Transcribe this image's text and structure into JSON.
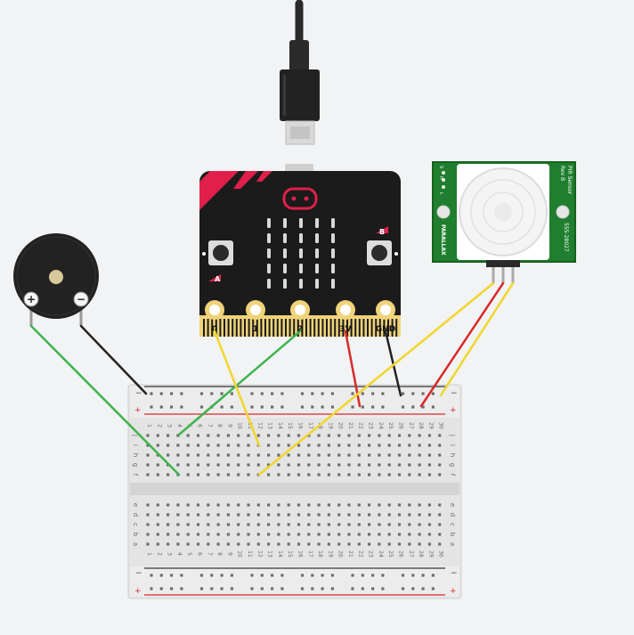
{
  "canvas": {
    "background": "#f1f3f5"
  },
  "colors": {
    "wire_green": "#3fb34f",
    "wire_yellow": "#f1d62c",
    "wire_red": "#d62a2a",
    "wire_black": "#222222",
    "board": "#1b1b1b",
    "board_accent": "#e0204a",
    "pad_gold": "#f0d37a",
    "pcb_green": "#1f7f2e",
    "lens": "#f2f2f2",
    "breadboard": "#e4e4e4",
    "rail_red": "#d62a2a",
    "rail_black": "#333333"
  },
  "microbit": {
    "pins": [
      {
        "id": "pin0",
        "label": "0"
      },
      {
        "id": "pin1",
        "label": "1"
      },
      {
        "id": "pin2",
        "label": "2"
      },
      {
        "id": "pin3v",
        "label": "3V"
      },
      {
        "id": "pingnd",
        "label": "GND"
      }
    ],
    "button_a_label": "A",
    "button_b_label": "B"
  },
  "buzzer": {
    "plus_label": "+",
    "minus_label": "−"
  },
  "pir_sensor": {
    "title": "PIR Sensor",
    "rev": "Rev B",
    "brand": "PARALLAX",
    "part_number": "555-28027",
    "pin_marks": [
      "S",
      "H",
      "L"
    ]
  },
  "breadboard": {
    "columns": 30,
    "top_rows": [
      "j",
      "i",
      "h",
      "g",
      "f"
    ],
    "bottom_rows": [
      "e",
      "d",
      "c",
      "b",
      "a"
    ],
    "rail_minus": "−",
    "rail_plus": "+"
  }
}
